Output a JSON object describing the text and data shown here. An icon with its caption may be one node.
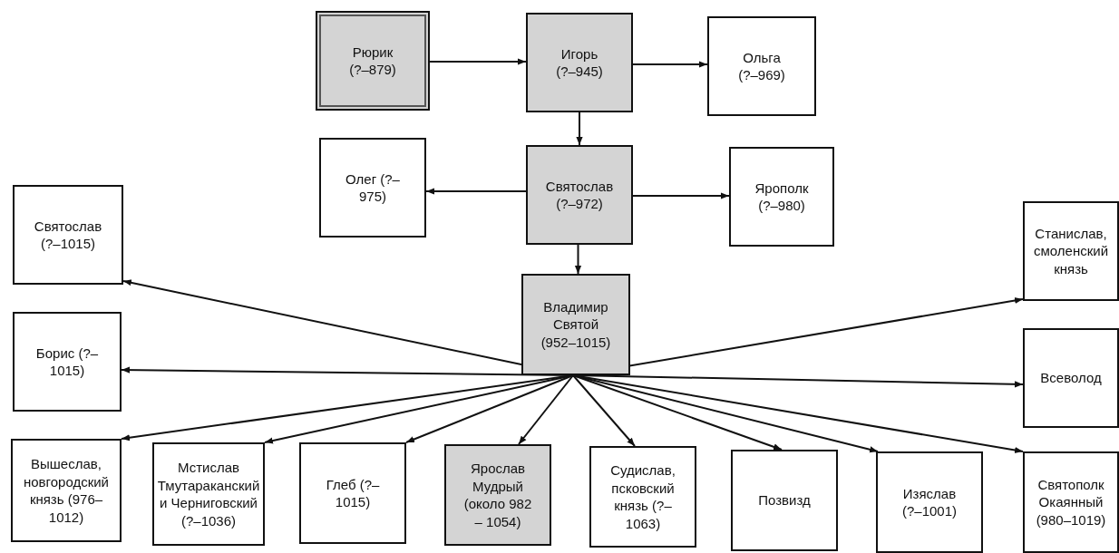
{
  "diagram": {
    "nodes": [
      {
        "text": [
          "Рюрик (?–879)"
        ]
      },
      {
        "text": [
          "Игорь (?–945)"
        ]
      },
      {
        "text": [
          "Ольга (?–969)"
        ]
      },
      {
        "text": [
          "Олег (?–975)"
        ]
      },
      {
        "text": [
          "Святослав (?–972)"
        ]
      },
      {
        "text": [
          "Ярополк (?–980)"
        ]
      },
      {
        "text": [
          "Святослав (?–1015)"
        ]
      },
      {
        "text": [
          "Станислав, смоленский князь"
        ]
      },
      {
        "text": [
          "Владимир Святой (952–1015)"
        ]
      },
      {
        "text": [
          "Борис (?–1015)"
        ]
      },
      {
        "text": [
          "Всеволод"
        ]
      },
      {
        "text": [
          "Вышеслав, новгородский князь (976–1012)"
        ]
      },
      {
        "text": [
          "Мстислав Тмутараканский и Черниговский (?–1036)"
        ]
      },
      {
        "text": [
          "Глеб (?–1015)"
        ]
      },
      {
        "text": [
          "Ярослав Мудрый (около 982 – 1054)"
        ]
      },
      {
        "text": [
          "Судислав, псковский князь (?–1063)"
        ]
      },
      {
        "text": [
          "Позвизд"
        ]
      },
      {
        "text": [
          "Изяслав (?–1001)"
        ]
      },
      {
        "text": [
          "Святополк Окаянный (980–1019)"
        ]
      }
    ],
    "edges": [
      {
        "from": 0,
        "to": 1,
        "arrow": "to"
      },
      {
        "from": 1,
        "to": 2,
        "arrow": "to"
      },
      {
        "from": 1,
        "to": 4,
        "arrow": "to"
      },
      {
        "from": 4,
        "to": 3,
        "arrow": "to"
      },
      {
        "from": 4,
        "to": 5,
        "arrow": "to"
      },
      {
        "from": 4,
        "to": 8,
        "arrow": "to"
      },
      {
        "from": 8,
        "to": 6,
        "arrow": "to"
      },
      {
        "from": 8,
        "to": 9,
        "arrow": "to"
      },
      {
        "from": 8,
        "to": 11,
        "arrow": "to"
      },
      {
        "from": 8,
        "to": 12,
        "arrow": "to"
      },
      {
        "from": 8,
        "to": 13,
        "arrow": "to"
      },
      {
        "from": 8,
        "to": 14,
        "arrow": "to"
      },
      {
        "from": 8,
        "to": 15,
        "arrow": "to"
      },
      {
        "from": 8,
        "to": 16,
        "arrow": "to"
      },
      {
        "from": 8,
        "to": 17,
        "arrow": "to"
      },
      {
        "from": 8,
        "to": 18,
        "arrow": "to"
      },
      {
        "from": 8,
        "to": 7,
        "arrow": "to"
      },
      {
        "from": 8,
        "to": 10,
        "arrow": "to"
      }
    ]
  }
}
